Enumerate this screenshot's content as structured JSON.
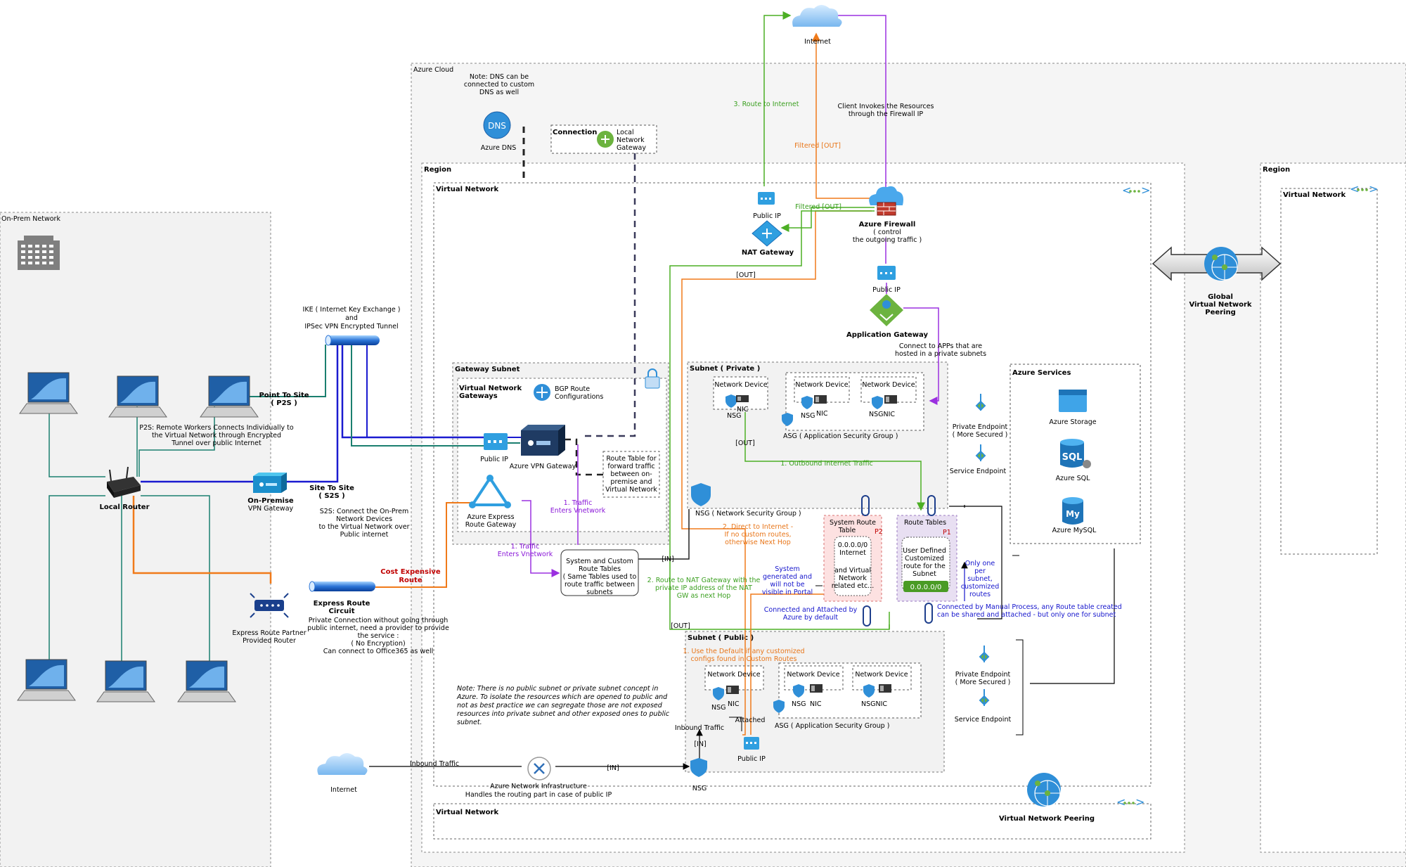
{
  "colors": {
    "azure_blue": "#2f8fd8",
    "internet_route": "#4caf24",
    "filtered_route": "#f07a1a",
    "firewall_route": "#9b30e0",
    "vpn_link": "#1a1ad0",
    "teal_link": "#1b7f6f",
    "group_fill": "#f2f2f2"
  },
  "containers": {
    "onprem": "On-Prem Network",
    "azure_cloud": "Azure Cloud",
    "region_main": "Region",
    "region_secondary": "Region",
    "vnet_main": "Virtual Network",
    "vnet_secondary": "Virtual Network",
    "vnet_bottom": "Virtual Network",
    "gateway_subnet": "Gateway Subnet",
    "vng_box": [
      "Virtual Network",
      "Gateways"
    ],
    "subnet_private": "Subnet ( Private )",
    "subnet_public": "Subnet ( Public )",
    "azure_services": "Azure Services",
    "connection": "Connection"
  },
  "nodes": {
    "internet_top": "Internet",
    "internet_bottom": "Internet",
    "azure_dns": "Azure DNS",
    "dns_note": [
      "Note: DNS can be",
      "connected to custom",
      "DNS as well"
    ],
    "dns_icon_text": "DNS",
    "local_network_gateway": [
      "Local",
      "Network",
      "Gateway"
    ],
    "public_ip_nat": "Public IP",
    "nat_gateway": "NAT Gateway",
    "azure_firewall": [
      "Azure Firewall",
      "( control",
      "the outgoing traffic )"
    ],
    "public_ip_appgw": "Public IP",
    "application_gateway": "Application Gateway",
    "appgw_note": [
      "Connect to APPs that are",
      "hosted in a private subnets"
    ],
    "global_peering": [
      "Global",
      "Virtual Network",
      "Peering"
    ],
    "local_router": "Local Router",
    "onprem_vpn_gateway": [
      "On-Premise",
      "VPN Gateway"
    ],
    "express_partner_router": [
      "Express Route Partner",
      "Provided Router"
    ],
    "express_route_circuit": [
      "Express Route",
      "Circuit"
    ],
    "express_route_note": [
      "Private Connection without going through",
      "public internet, need a provider to provide",
      "the service :",
      "( No Encryption)",
      "Can connect to Office365 as well"
    ],
    "ipsec_tunnel": [
      "IKE ( Internet Key Exchange )",
      "and",
      "IPSec VPN Encrypted Tunnel"
    ],
    "point_to_site": [
      "Point To Site",
      "( P2S )"
    ],
    "p2s_note": [
      "P2S: Remote Workers Connects Individually to",
      "the Virtual Network through Encrypted",
      "Tunnel over public Internet"
    ],
    "site_to_site": [
      "Site To Site",
      "( S2S )"
    ],
    "s2s_note": [
      "S2S: Connect the On-Prem",
      "Network Devices",
      "to the Virtual Network over",
      "Public internet"
    ],
    "cost_expensive": [
      "Cost Expensive",
      "Route"
    ],
    "gw_public_ip": "Public IP",
    "azure_vpn_gateway": "Azure VPN Gateway",
    "bgp_route": [
      "BGP Route",
      "Configurations"
    ],
    "route_table_fwd": [
      "Route Table for",
      "forward traffic",
      "between on-",
      "premise and",
      "Virtual Network"
    ],
    "express_route_gateway": [
      "Azure Express",
      "Route Gateway"
    ],
    "system_custom_rt": [
      "System and Custom",
      "Route Tables",
      "( Same Tables used to",
      "route traffic between",
      "subnets"
    ],
    "traffic_enters_1": [
      "1. Traffic",
      "Enters Vnetwork"
    ],
    "traffic_enters_2": [
      "1. Traffic",
      "Enters Vnetwork"
    ],
    "network_device": "Network Device",
    "nsg": "NSG",
    "nic": "NIC",
    "nsgnic": "NSGNIC",
    "asg": "ASG ( Application Security Group )",
    "nsg_private_label": "NSG ( Network Security Group )",
    "system_route_table": [
      "System Route",
      "Table"
    ],
    "p2": "P2",
    "p1": "P1",
    "system_rt_content": [
      "0.0.0.0/0",
      "Internet",
      "",
      "and Virtual",
      "Network",
      "related etc..."
    ],
    "system_generated_note": [
      "System",
      "generated  and",
      "will not be",
      "visible in Portal"
    ],
    "route_tables": "Route Tables",
    "udr_content": [
      "User Defined",
      "Customized",
      "route for the",
      "Subnet"
    ],
    "udr_prefix": "0.0.0.0/0",
    "only_one_note": [
      "Only one",
      "per",
      "subnet,",
      "customized",
      "routes"
    ],
    "connected_default": [
      "Connected and Attached by",
      "Azure by default"
    ],
    "connected_manual": [
      "Connected by Manual Process, any Route table created",
      "can be shared and attached - but only one for subnet"
    ],
    "private_endpoint": [
      "Private Endpoint",
      "( More Secured )"
    ],
    "service_endpoint": "Service Endpoint",
    "azure_storage": "Azure Storage",
    "azure_sql": "Azure SQL",
    "azure_mysql": "Azure MySQL",
    "sql_icon_text": "SQL",
    "my_icon_text": "My",
    "inbound_traffic": "Inbound Traffic",
    "attached": "Attached",
    "public_ip_pub": "Public IP",
    "nsg_bottom": "NSG",
    "azure_net_infra": [
      "Azure Network Infrastructure",
      "Handles the routing part in case of public IP"
    ],
    "vnet_peering": "Virtual Network Peering",
    "public_note": [
      "Note:  There is no public subnet or private subnet concept in",
      "Azure.  To isolate the resources which are opened to public and",
      "not as best practice we can segregate those are not exposed",
      "resources into private subnet and other exposed ones to public",
      "subnet."
    ]
  },
  "edge_labels": {
    "route_to_internet": "3. Route to Internet",
    "client_invokes": [
      "Client Invokes the Resources",
      "through the Firewall IP"
    ],
    "filtered_out_orange": "Filtered [OUT]",
    "filtered_out_green": "Filtered [OUT]",
    "out_top": "[OUT]",
    "out_private": "[OUT]",
    "out_bottom": "[OUT]",
    "outbound_internet": "1. Outbound Internet Traffic",
    "direct_internet": [
      "2. Direct to Internet -",
      "If no custom routes,",
      "otherwise Next Hop"
    ],
    "route_nat": [
      "2. Route to NAT Gateway with the",
      "private IP address of the NAT",
      "GW as next Hop"
    ],
    "in_rt": "[IN]",
    "in_inbound": "[IN]",
    "in_bottom": "[IN]",
    "inbound_traffic_edge": "Inbound Traffic",
    "use_default": [
      "1. Use the Default if any customized",
      "configs found in Custom Routes"
    ]
  }
}
